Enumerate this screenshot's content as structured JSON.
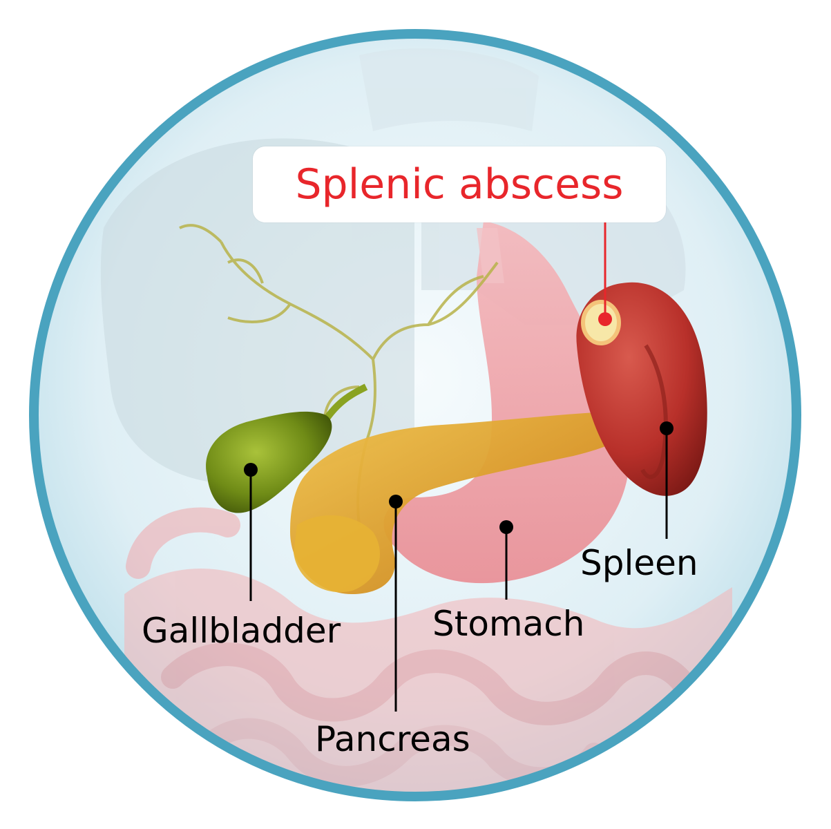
{
  "title": "Splenic abscess",
  "labels": {
    "gallbladder": "Gallbladder",
    "pancreas": "Pancreas",
    "stomach": "Stomach",
    "spleen": "Spleen"
  },
  "colors": {
    "ring": "#4aa3bf",
    "title": "#e8262b",
    "gallbladder": "#6f8b16",
    "pancreas": "#d99a2a",
    "stomach": "#f0a6ab",
    "spleen": "#b8302a",
    "abscess": "#f7e7a8"
  }
}
